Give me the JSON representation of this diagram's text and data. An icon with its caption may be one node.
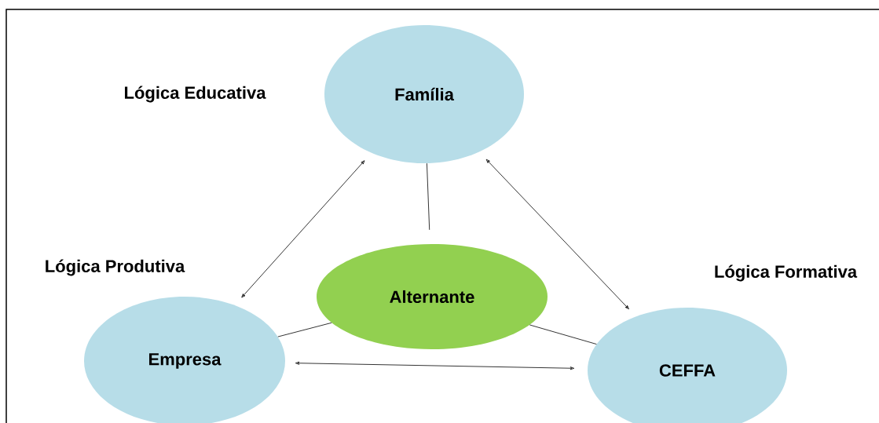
{
  "diagram": {
    "nodes": [
      {
        "text": [
          "Família"
        ]
      },
      {
        "text": [
          "Alternante"
        ]
      },
      {
        "text": [
          "Empresa"
        ]
      },
      {
        "text": [
          "CEFFA"
        ]
      }
    ],
    "edges": [
      {
        "from": 0,
        "to": 1,
        "arrow": "none"
      },
      {
        "from": 2,
        "to": 1,
        "arrow": "none"
      },
      {
        "from": 1,
        "to": 3,
        "arrow": "none"
      },
      {
        "from": 0,
        "to": 2,
        "arrow": "both"
      },
      {
        "from": 0,
        "to": 3,
        "arrow": "both"
      },
      {
        "from": 2,
        "to": 3,
        "arrow": "both"
      }
    ],
    "labels": [
      "Lógica Educativa",
      "Lógica Produtiva",
      "Lógica Formativa"
    ]
  }
}
